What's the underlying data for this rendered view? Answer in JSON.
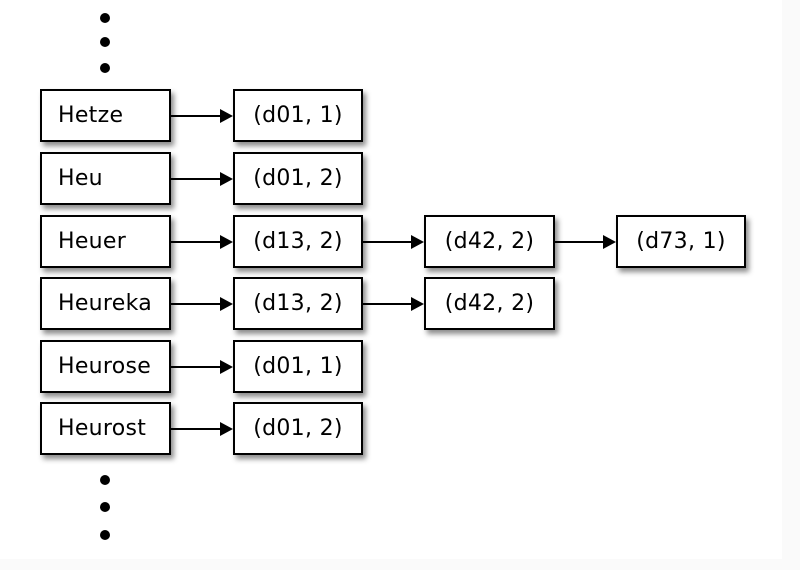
{
  "colors": {
    "page_background": "#fafafa",
    "canvas_background": "#ffffff",
    "box_border": "#000000",
    "box_background": "#ffffff",
    "text": "#000000",
    "arrow": "#000000",
    "shadow": "rgba(0,0,0,0.45)"
  },
  "diagram": {
    "type": "inverted-index",
    "rows": [
      {
        "term": "Hetze",
        "postings": [
          "(d01, 1)"
        ]
      },
      {
        "term": "Heu",
        "postings": [
          "(d01, 2)"
        ]
      },
      {
        "term": "Heuer",
        "postings": [
          "(d13, 2)",
          "(d42, 2)",
          "(d73, 1)"
        ]
      },
      {
        "term": "Heureka",
        "postings": [
          "(d13, 2)",
          "(d42, 2)"
        ]
      },
      {
        "term": "Heurose",
        "postings": [
          "(d01, 1)"
        ]
      },
      {
        "term": "Heurost",
        "postings": [
          "(d01, 2)"
        ]
      }
    ],
    "ellipsis_top_dots": 3,
    "ellipsis_bottom_dots": 3
  }
}
